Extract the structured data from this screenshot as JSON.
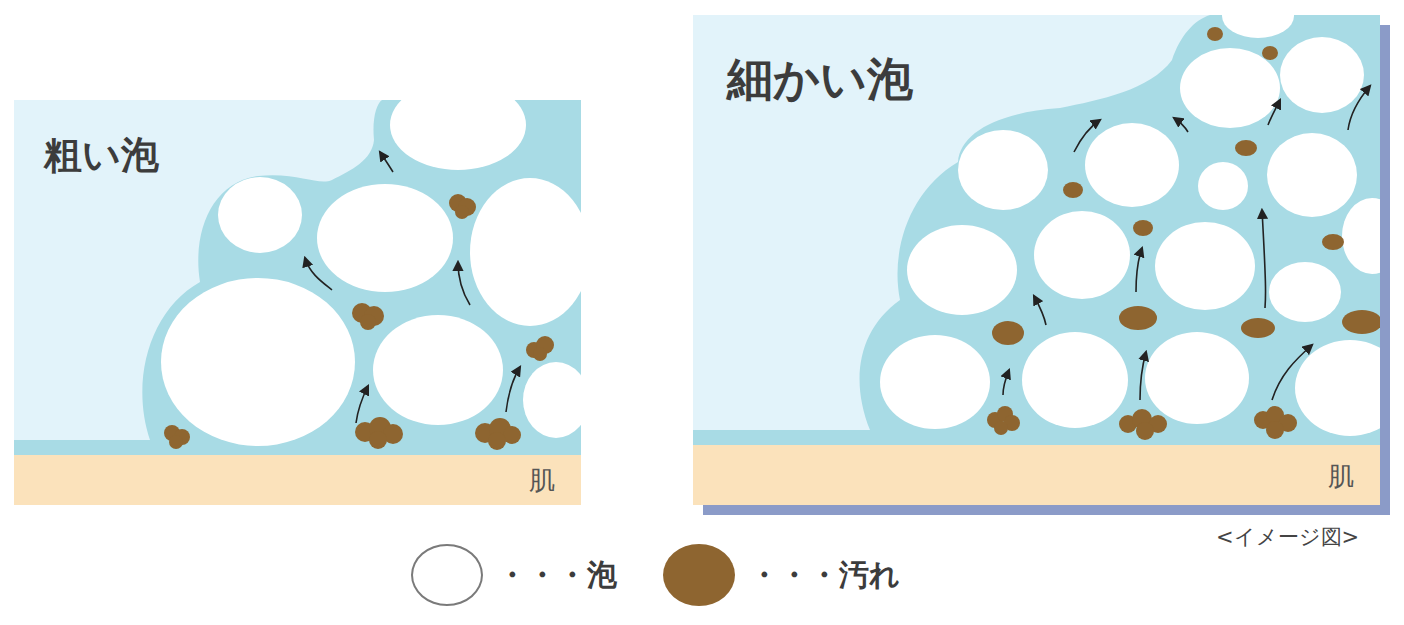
{
  "diagram": {
    "caption": "<イメージ図>",
    "nodes": [
      {
        "text": [
          "粗い泡"
        ]
      },
      {
        "text": [
          "肌"
        ],
        "in": 0
      },
      {
        "text": [
          "細かい泡"
        ]
      },
      {
        "text": [
          "肌"
        ],
        "in": 2
      }
    ],
    "legend": [
      {
        "text": "・・・泡",
        "color": "#ffffff"
      },
      {
        "text": "・・・汚れ",
        "color": "#8e6530"
      }
    ]
  }
}
